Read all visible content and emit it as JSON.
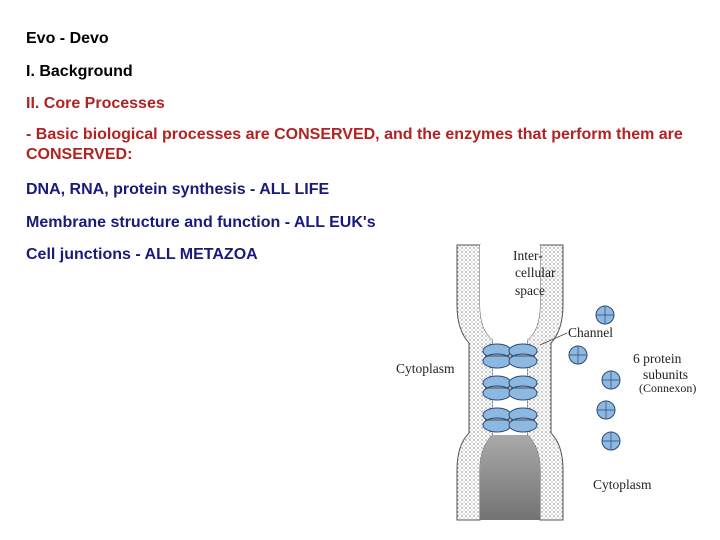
{
  "slide": {
    "title": "Evo - Devo",
    "item1": "I. Background",
    "item2": "II. Core Processes",
    "item3": " - Basic biological processes are CONSERVED, and the enzymes that perform them are CONSERVED:",
    "item4": "DNA, RNA, protein synthesis - ALL LIFE",
    "item5": "Membrane structure and function - ALL EUK's",
    "item6": "Cell junctions - ALL METAZOA"
  },
  "figure": {
    "label_intercellular_1": "Inter-",
    "label_intercellular_2": "cellular",
    "label_intercellular_3": "space",
    "label_channel": "Channel",
    "label_cytoplasm_left": "Cytoplasm",
    "label_protein_1": "6 protein",
    "label_protein_2": "subunits",
    "label_connexon": "(Connexon)",
    "label_cytoplasm_bottom": "Cytoplasm"
  },
  "colors": {
    "title_text": "#000000",
    "body_text": "#1a1a7a",
    "core_processes_text": "#b22222",
    "connexon_blue": "#8fb8e0"
  }
}
